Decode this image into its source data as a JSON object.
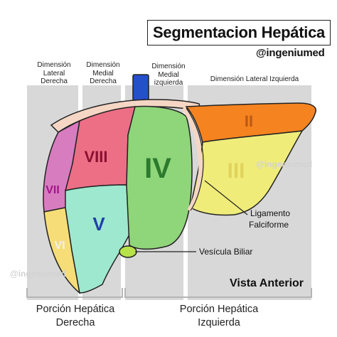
{
  "title": "Segmentacion Hepática",
  "handle": "@ingeniumed",
  "watermark": "@ingeniumed",
  "dimensions": {
    "lateral_derecha": "Dimensión Lateral Derecha",
    "medial_derecha": "Dimensión Medial Derecha",
    "medial_izquierda": "Dimensión Medial izquierda",
    "lateral_izquierda": "Dimensión  Lateral Izquierda"
  },
  "segments": {
    "ii": "II",
    "iii": "III",
    "iv": "IV",
    "v": "V",
    "vi": "VI",
    "vii": "VII",
    "viii": "VIII"
  },
  "labels": {
    "ligamento": "Ligamento Falciforme",
    "vesicula": "Vesícula Biliar",
    "vista": "Vista Anterior"
  },
  "bottom": {
    "derecha": "Porción Hepática Derecha",
    "izquierda": "Porción Hepática Izquierda"
  },
  "colors": {
    "seg_ii": "#f5831f",
    "seg_iii": "#f0ec7a",
    "seg_iv": "#8fd57a",
    "seg_v": "#9ee8cf",
    "seg_vi": "#f6dd78",
    "seg_vii": "#d87cc0",
    "seg_viii": "#ec6f86",
    "ligament": "#f5d6c4",
    "vessel": "#2450c9",
    "panel": "#d8d8d8"
  }
}
